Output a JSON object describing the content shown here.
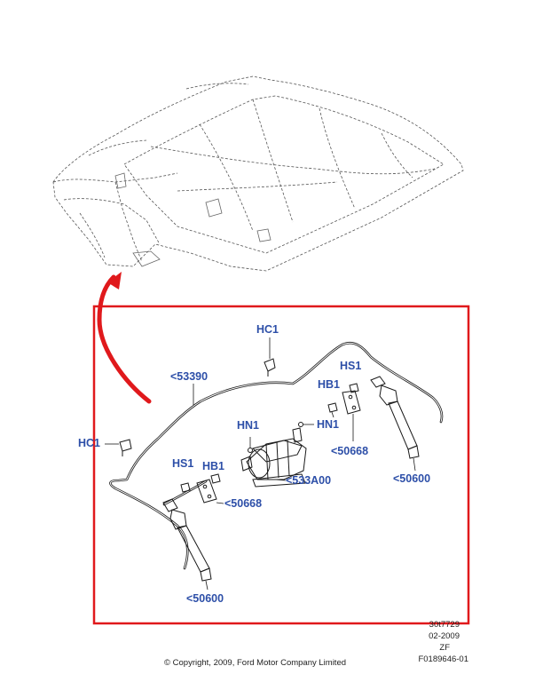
{
  "labels": {
    "hc1_top": "HC1",
    "hc1_left": "HC1",
    "hose": "<53390",
    "hs1_right": "HS1",
    "hb1_right": "HB1",
    "hn1_left": "HN1",
    "hn1_right": "HN1",
    "bracket_right": "<50668",
    "pump": "<533A00",
    "cylinder_right": "<50600",
    "hs1_left": "HS1",
    "hb1_left": "HB1",
    "bracket_left": "<50668",
    "cylinder_left": "<50600"
  },
  "footer": {
    "ref_code": "30t7729",
    "date": "02-2009",
    "revision": "ZF",
    "figure_id": "F0189646-01",
    "copyright": "© Copyright, 2009, Ford Motor Company Limited"
  },
  "colors": {
    "highlight_frame": "#e0191c",
    "arrow": "#e0191c",
    "label_text": "#2d4fa8"
  }
}
